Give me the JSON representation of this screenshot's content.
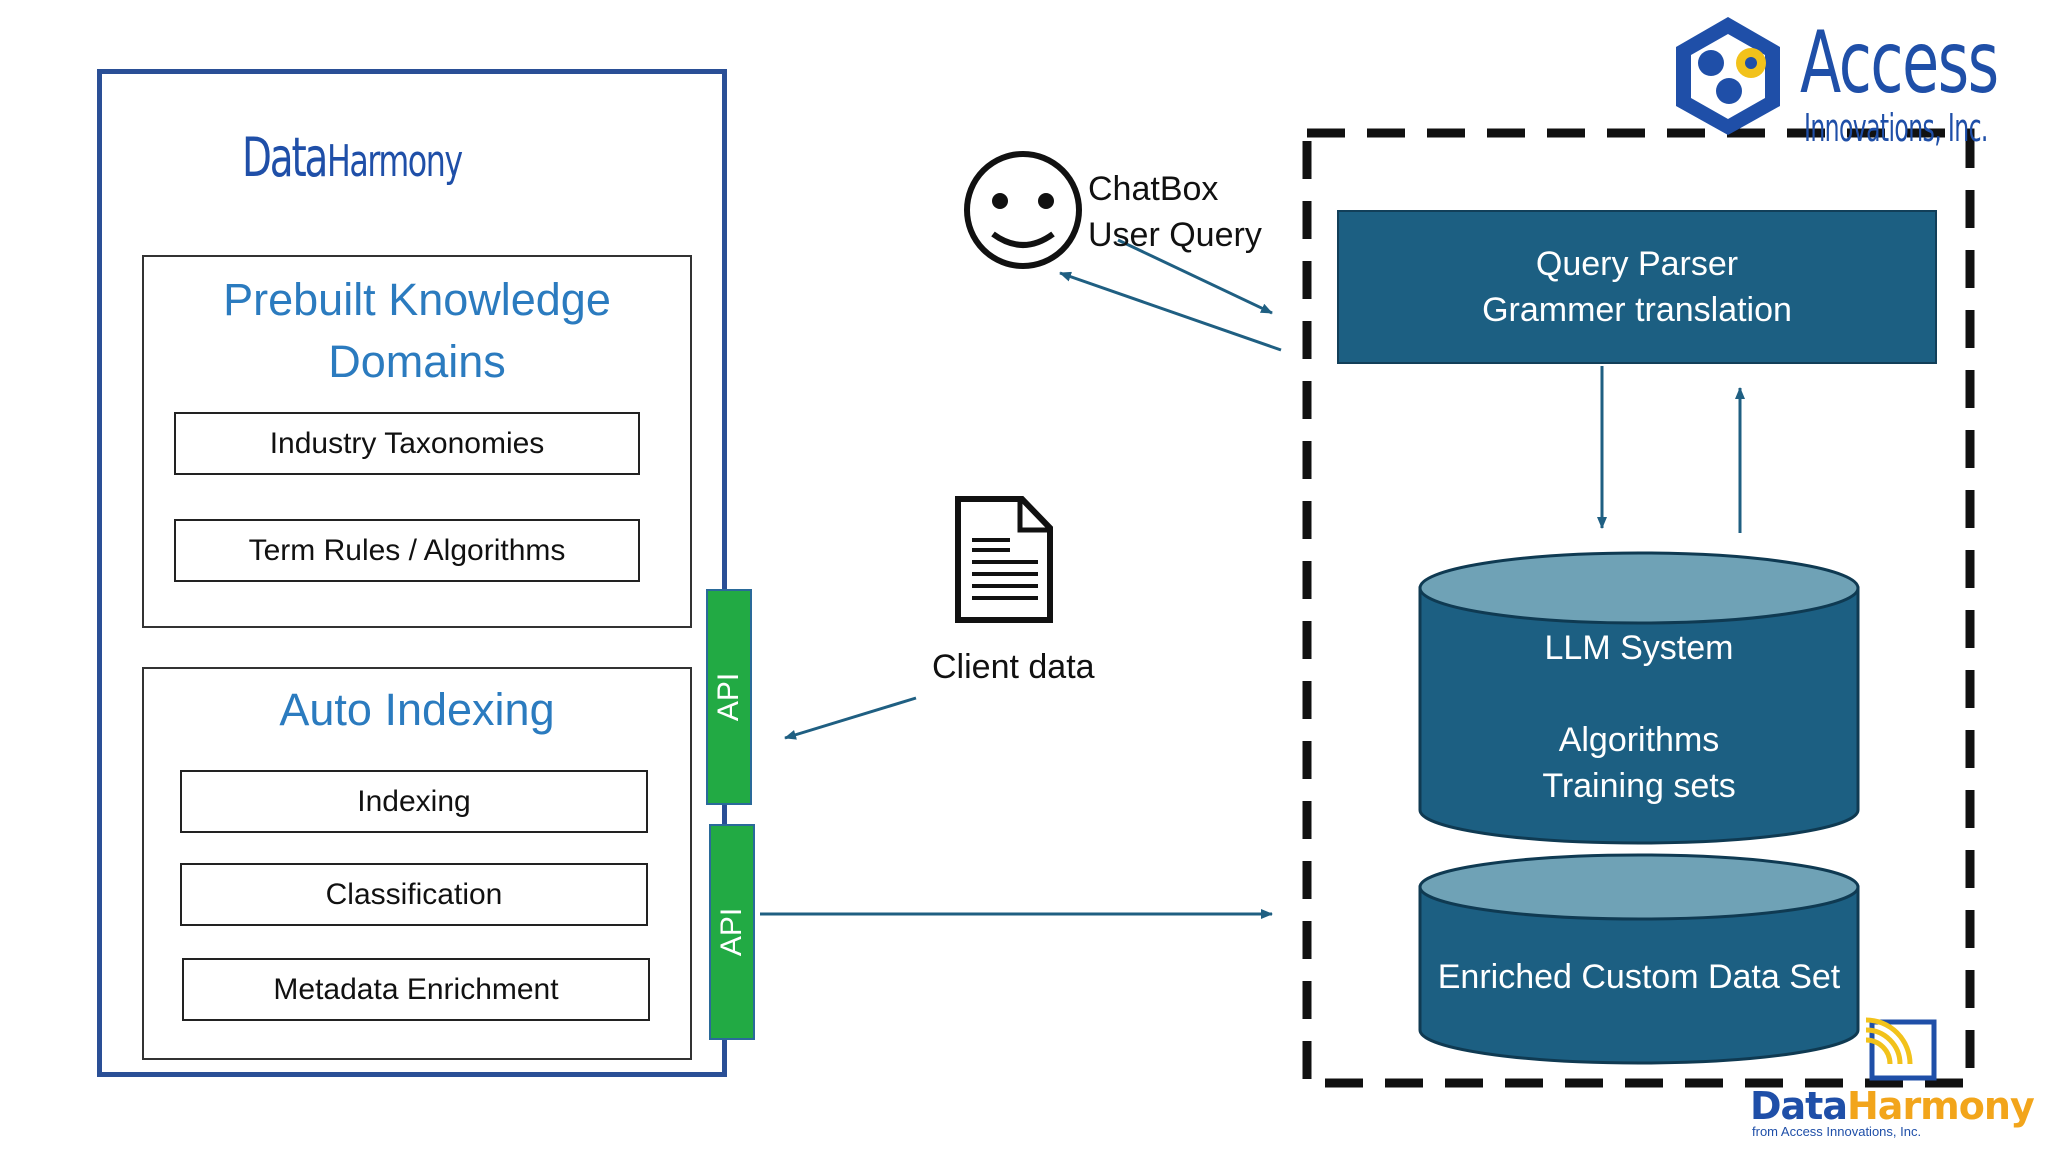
{
  "colors": {
    "panel_border": "#2a4f96",
    "section_title": "#2b7bbf",
    "api_tab": "#22aa44",
    "system_box": "#1c5f82",
    "cylinder_top": "#6fa2b6",
    "arrow": "#1f5f82",
    "logo_blue": "#1f4fa8",
    "logo_yellow": "#f2c21b"
  },
  "left_panel": {
    "logo": {
      "word1": "Data",
      "word2": "Harmony"
    },
    "prebuilt": {
      "title_line1": "Prebuilt Knowledge",
      "title_line2": "Domains",
      "items": [
        "Industry Taxonomies",
        "Term Rules / Algorithms"
      ]
    },
    "auto_indexing": {
      "title": "Auto Indexing",
      "items": [
        "Indexing",
        "Classification",
        "Metadata Enrichment"
      ]
    },
    "api_tabs": [
      "API",
      "API"
    ]
  },
  "chatbox": {
    "line1": "ChatBox",
    "line2": "User Query",
    "icon": "smiley-face-icon"
  },
  "client_data": {
    "label": "Client data",
    "icon": "document-icon"
  },
  "system": {
    "query_parser": {
      "line1": "Query Parser",
      "line2": "Grammer translation"
    },
    "llm_cylinder": {
      "line1": "LLM System",
      "line2": "Algorithms",
      "line3": "Training sets"
    },
    "data_cylinder": {
      "label": "Enriched Custom Data Set"
    }
  },
  "logos": {
    "access": {
      "word": "Access",
      "sub": "Innovations, Inc."
    },
    "bottom": {
      "data": "Data",
      "harmony": "Harmony",
      "sub": "from Access Innovations, Inc."
    }
  }
}
